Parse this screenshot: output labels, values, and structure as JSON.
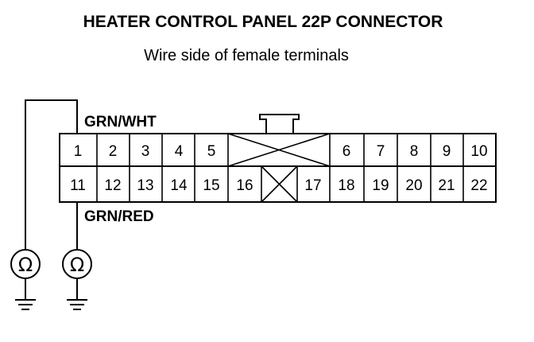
{
  "title": "HEATER CONTROL PANEL 22P CONNECTOR",
  "subtitle": "Wire side of female terminals",
  "wire_labels": {
    "top": "GRN/WHT",
    "bottom": "GRN/RED"
  },
  "connector": {
    "row1": [
      "1",
      "2",
      "3",
      "4",
      "5",
      "6",
      "7",
      "8",
      "9",
      "10"
    ],
    "row2": [
      "11",
      "12",
      "13",
      "14",
      "15",
      "16",
      "17",
      "18",
      "19",
      "20",
      "21",
      "22"
    ]
  },
  "meters": [
    {
      "symbol": "Ω",
      "icon": "ohmmeter-icon"
    },
    {
      "symbol": "Ω",
      "icon": "ohmmeter-icon"
    }
  ],
  "colors": {
    "line": "#000000",
    "background": "#ffffff"
  }
}
